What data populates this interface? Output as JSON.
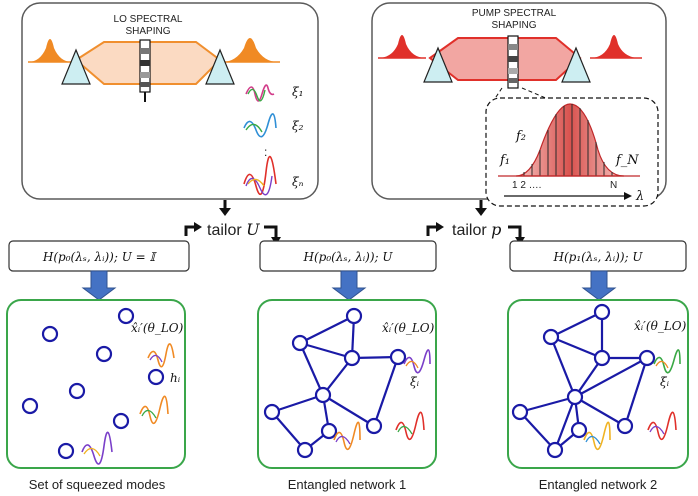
{
  "top": {
    "lo_title_1": "LO SPECTRAL",
    "lo_title_2": "SHAPING",
    "pump_title_1": "PUMP SPECTRAL",
    "pump_title_2": "SHAPING",
    "xi_1": "ξ₁",
    "xi_2": "ξ₂",
    "xi_dots": ":",
    "xi_n": "ξₙ",
    "f_1": "f₁",
    "f_2": "f₂",
    "f_N": "f_N",
    "bins_12": "1 2 ….",
    "bins_N": "N",
    "lambda": "λ"
  },
  "middle": {
    "tailor_u_prefix": "tailor ",
    "tailor_u_var": "U",
    "tailor_p_prefix": "tailor ",
    "tailor_p_var": "p",
    "box1": "H(p₀(λₛ, λᵢ)); U = 𝕀",
    "box2": "H(p₀(λₛ, λᵢ)); U",
    "box3": "H(p₁(λₛ, λᵢ)); U"
  },
  "bottom": {
    "quad_label": "x̂ᵢ′(θ_LO)",
    "h_label": "hᵢ",
    "xi_label": "ξᵢ",
    "caption_1": "Set of squeezed modes",
    "caption_2": "Entangled network 1",
    "caption_3": "Entangled network 2"
  },
  "colors": {
    "panel_border": "#5a5a5a",
    "network_border": "#3aa64a",
    "node": "#1a1aa6",
    "arrow": "#4472c4",
    "lo_orange": "#f08a24",
    "pump_red": "#e0302a"
  }
}
